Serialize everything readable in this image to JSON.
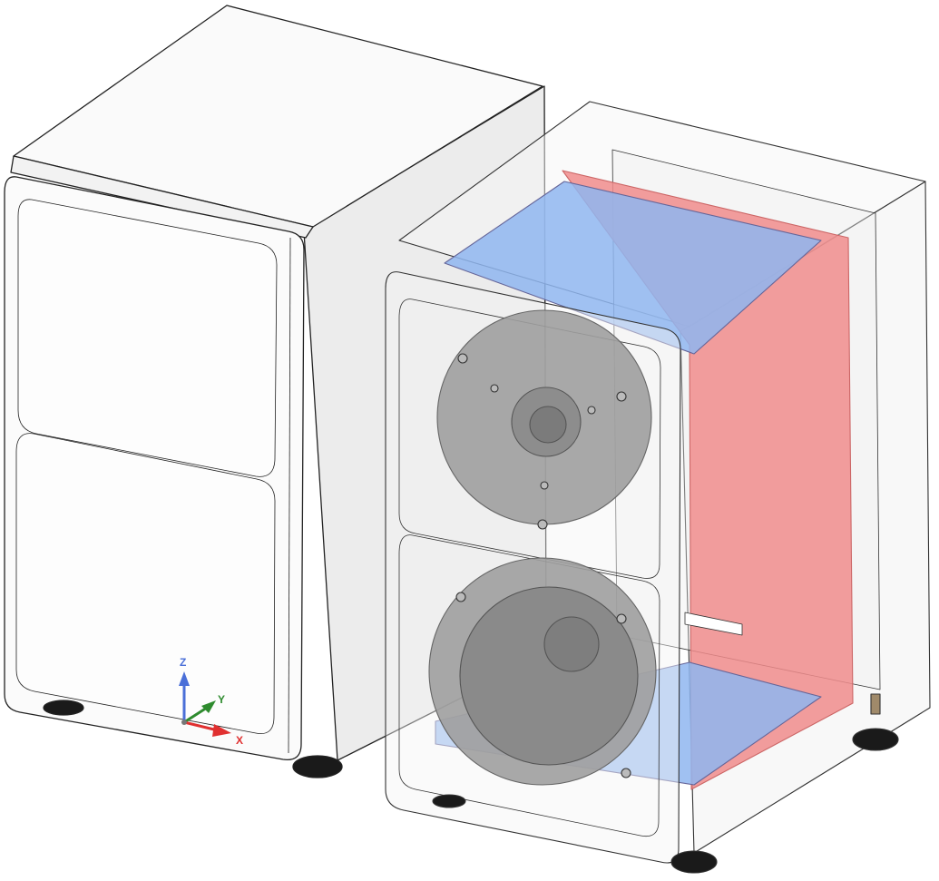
{
  "scene": {
    "colors": {
      "body": "#f7f7f7",
      "side": "#ececec",
      "edge": "#222222",
      "panel_red": "#f08c8c",
      "panel_blue": "#8fb6f0",
      "driver": "#a9a9a9",
      "foot": "#1a1a1a"
    }
  },
  "triad": {
    "z_label": "Z",
    "y_label": "Y",
    "x_label": "X",
    "z_color": "#4a6fd8",
    "y_color": "#2e8b2e",
    "x_color": "#e03030"
  }
}
